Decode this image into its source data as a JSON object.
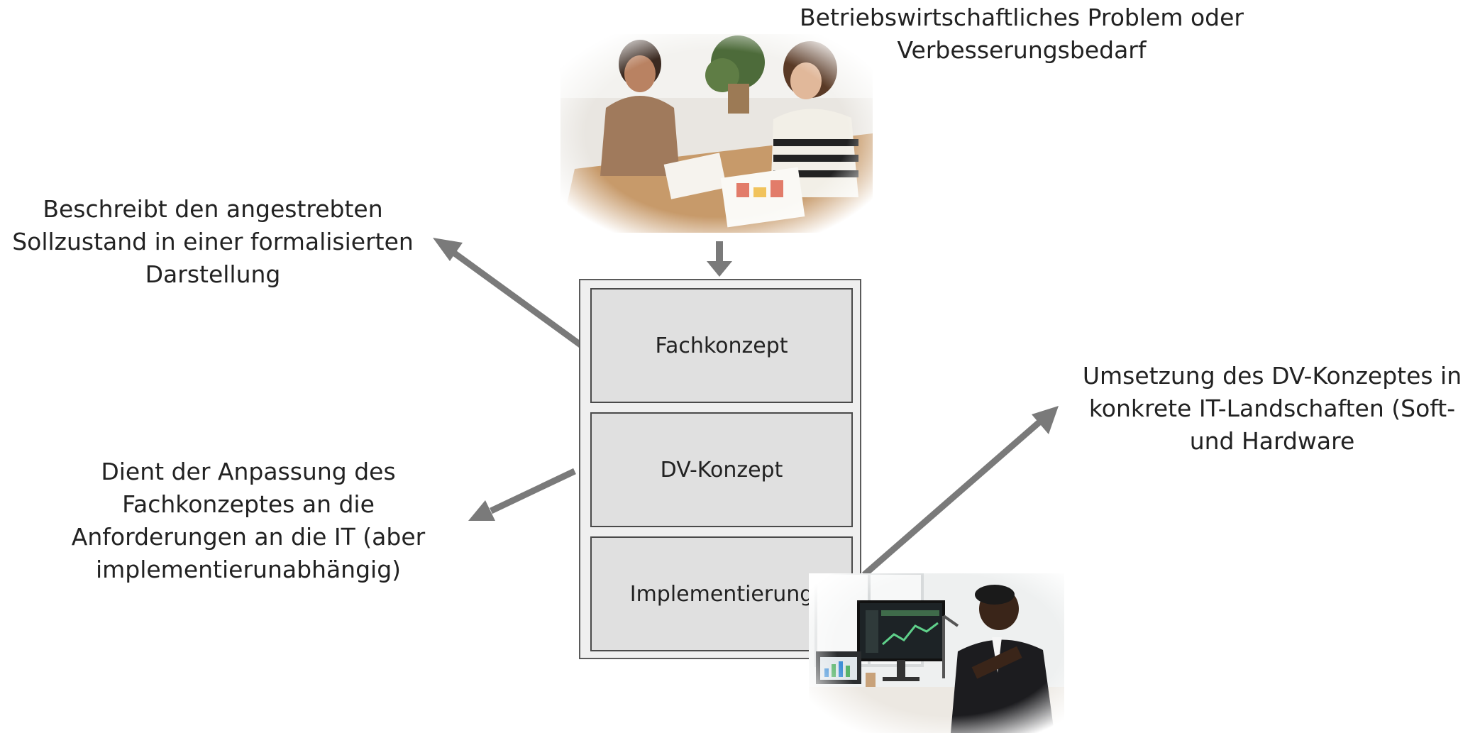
{
  "captions": {
    "problem": {
      "line1": "Betriebswirtschaftliches Problem oder",
      "line2": "Verbesserungsbedarf"
    },
    "fachkonzept_desc": {
      "line1": "Beschreibt den angestrebten",
      "line2": "Sollzustand in einer formalisierten",
      "line3": "Darstellung"
    },
    "dvkonzept_desc": {
      "line1": "Dient der Anpassung des",
      "line2": "Fachkonzeptes an die",
      "line3": "Anforderungen an die IT (aber",
      "line4": "implementierunabhängig)"
    },
    "implementierung_desc": {
      "line1": "Umsetzung des DV-Konzeptes in",
      "line2": "konkrete IT-Landschaften (Soft-",
      "line3": "und Hardware"
    }
  },
  "layers": {
    "fachkonzept": "Fachkonzept",
    "dvkonzept": "DV-Konzept",
    "implementierung": "Implementierung"
  },
  "colors": {
    "arrow": "#7a7a7a",
    "layer_fill": "#e0e0e0",
    "frame_fill": "#efefef",
    "frame_border": "#4a4a4a"
  },
  "icons": {
    "meeting_photo": "team-meeting-photo",
    "office_photo": "developer-at-workstation-photo"
  }
}
